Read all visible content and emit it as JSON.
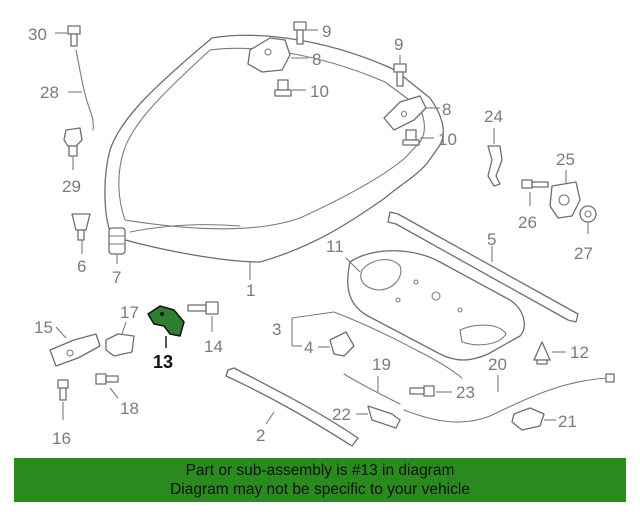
{
  "diagram": {
    "highlight_color": "#2e7d32",
    "callouts": {
      "c1": "1",
      "c2": "2",
      "c3": "3",
      "c4": "4",
      "c5": "5",
      "c6": "6",
      "c7": "7",
      "c8a": "8",
      "c8b": "8",
      "c9a": "9",
      "c9b": "9",
      "c10a": "10",
      "c10b": "10",
      "c11": "11",
      "c12": "12",
      "c13": "13",
      "c14": "14",
      "c15": "15",
      "c16": "16",
      "c17": "17",
      "c18": "18",
      "c19": "19",
      "c20": "20",
      "c21": "21",
      "c22": "22",
      "c23": "23",
      "c24": "24",
      "c25": "25",
      "c26": "26",
      "c27": "27",
      "c28": "28",
      "c29": "29",
      "c30": "30"
    }
  },
  "banner": {
    "color": "#2a8a1e",
    "line1": "Part or sub-assembly is #13 in diagram",
    "line2": "Diagram may not be specific to your vehicle"
  }
}
